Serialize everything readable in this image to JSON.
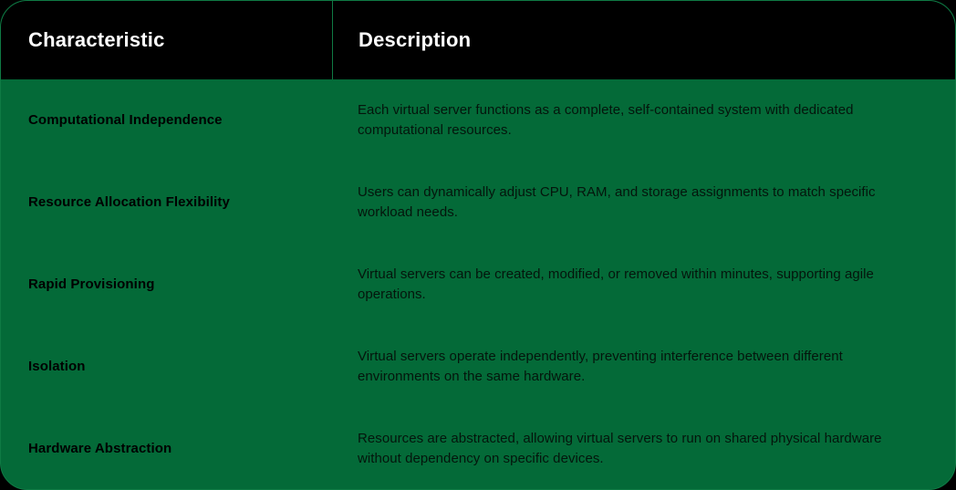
{
  "table": {
    "columns": [
      {
        "key": "characteristic",
        "label": "Characteristic"
      },
      {
        "key": "description",
        "label": "Description"
      }
    ],
    "rows": [
      {
        "characteristic": "Computational Independence",
        "description": "Each virtual server functions as a complete, self-contained system with dedicated computational resources."
      },
      {
        "characteristic": "Resource Allocation Flexibility",
        "description": "Users can dynamically adjust CPU, RAM, and storage assignments to match specific workload needs."
      },
      {
        "characteristic": "Rapid Provisioning",
        "description": "Virtual servers can be created, modified, or removed within minutes, supporting agile operations."
      },
      {
        "characteristic": "Isolation",
        "description": "Virtual servers operate independently, preventing interference between different environments on the same hardware."
      },
      {
        "characteristic": "Hardware Abstraction",
        "description": "Resources are abstracted, allowing virtual servers to run on shared physical hardware without dependency on specific devices."
      }
    ]
  },
  "colors": {
    "page_background": "#000000",
    "header_background": "#000000",
    "body_background": "#046A38",
    "border": "#0f7a44",
    "header_text": "#ffffff",
    "body_text": "#000000"
  }
}
